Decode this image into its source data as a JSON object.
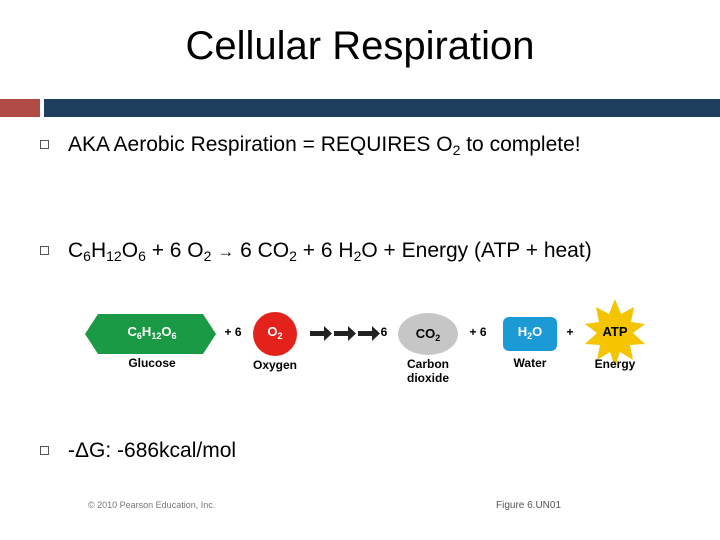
{
  "slide": {
    "title": "Cellular Respiration",
    "bullets": [
      {
        "pre": "AKA Aerobic Respiration = REQUIRES O",
        "sub": "2",
        "post": " to complete!"
      },
      {
        "equation": {
          "c": "C",
          "c_n": "6",
          "h": "H",
          "h_n": "12",
          "o": "O",
          "o_n": "6",
          "plus_o2": " + 6 O",
          "o2_n": "2",
          "arrow": "→",
          "co2": " 6 CO",
          "co2_n": "2",
          "plus_h2o": " + 6 H",
          "h2o_n": "2",
          "tail": "O + Energy (ATP + heat)"
        }
      },
      {
        "text": "-ΔG: -686kcal/mol"
      }
    ]
  },
  "figure": {
    "glucose": {
      "formula": [
        "C",
        "6",
        "H",
        "12",
        "O",
        "6"
      ],
      "label": "Glucose"
    },
    "plus_6_a": "+ 6",
    "oxygen": {
      "formula": [
        "O",
        "2"
      ],
      "label": "Oxygen"
    },
    "yield_6": "6",
    "co2": {
      "formula": [
        "CO",
        "2"
      ],
      "label_line1": "Carbon",
      "label_line2": "dioxide"
    },
    "plus_6_b": "+ 6",
    "water": {
      "formula": [
        "H",
        "2",
        "O"
      ],
      "label": "Water"
    },
    "plus": "+",
    "atp": {
      "formula": "ATP",
      "label": "Energy"
    },
    "colors": {
      "glucose": "#1a9a44",
      "oxygen": "#e3221c",
      "co2": "#c6c6c6",
      "water": "#1b9ad6",
      "atp": "#f5c400"
    },
    "copyright": "© 2010 Pearson Education, Inc.",
    "caption": "Figure 6.UN01"
  }
}
